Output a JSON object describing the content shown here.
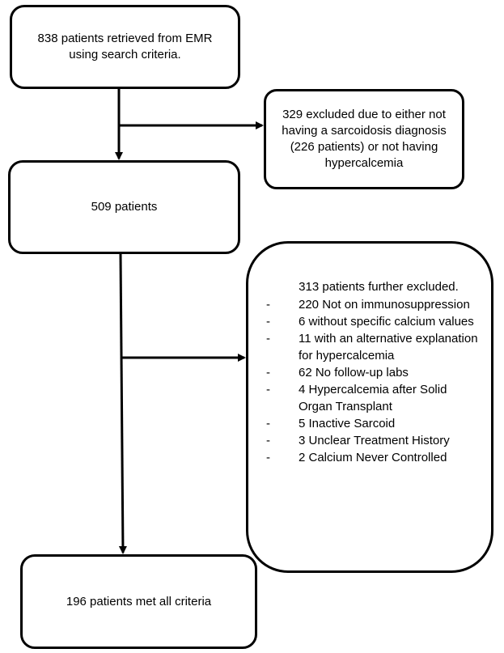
{
  "boxes": {
    "retrieved": "838 patients retrieved from EMR using search criteria.",
    "excluded_first": "329 excluded due to either not having a sarcoidosis diagnosis (226 patients) or not having hypercalcemia",
    "remaining": "509 patients",
    "excluded_further": {
      "heading": "313 patients further excluded.",
      "bullet": "-",
      "items": [
        "220 Not on immunosuppression",
        "6 without specific calcium values",
        "11 with an alternative explanation for hypercalcemia",
        "62 No follow-up labs",
        "4 Hypercalcemia after Solid Organ Transplant",
        "5 Inactive Sarcoid",
        "3 Unclear Treatment History",
        "2 Calcium Never Controlled"
      ]
    },
    "final": "196 patients met all criteria"
  }
}
